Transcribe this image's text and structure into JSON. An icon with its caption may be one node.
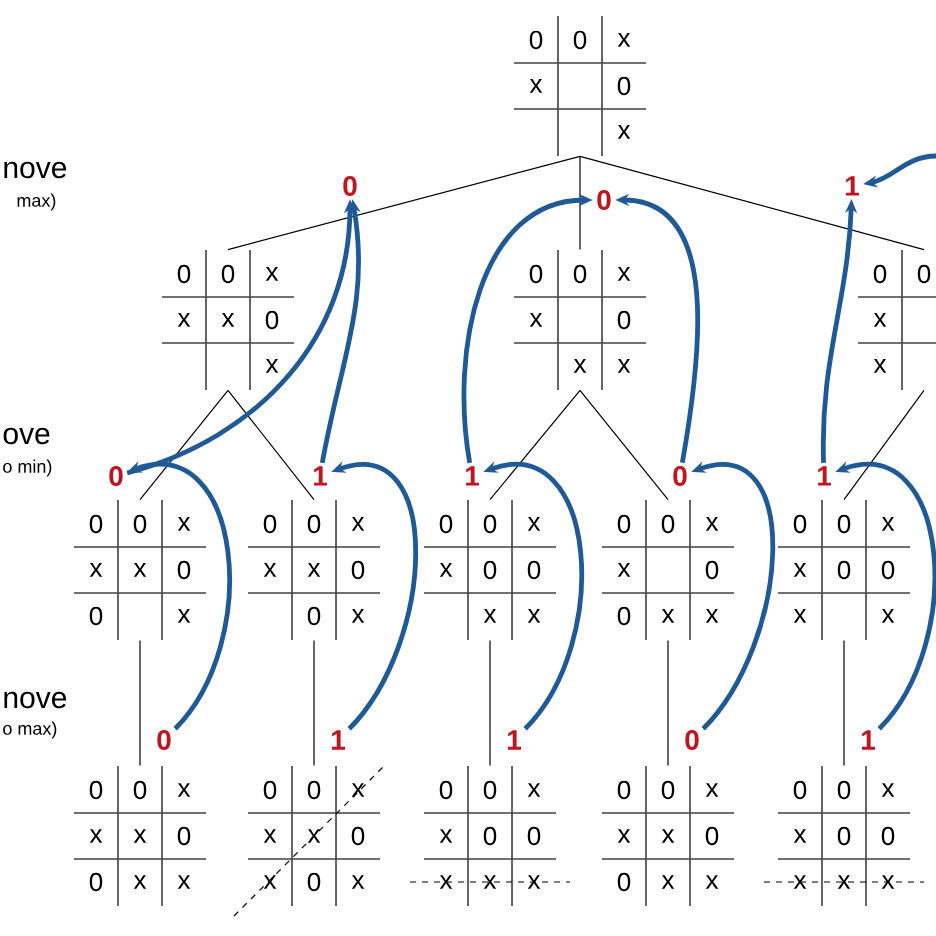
{
  "diagram": {
    "nodes": [
      {
        "text": [
          "0",
          "0",
          "x",
          "x",
          "0",
          "x"
        ]
      },
      {
        "text": [
          "0"
        ]
      },
      {
        "text": [
          "0"
        ]
      },
      {
        "text": [
          "1"
        ]
      },
      {
        "text": [
          "0",
          "0",
          "x",
          "x",
          "x",
          "0",
          "x"
        ]
      },
      {
        "text": [
          "0",
          "0",
          "x",
          "x",
          "0",
          "x",
          "x"
        ]
      },
      {
        "text": [
          "0",
          "0",
          "x",
          "x"
        ]
      },
      {
        "text": [
          "0"
        ]
      },
      {
        "text": [
          "1"
        ]
      },
      {
        "text": [
          "1"
        ]
      },
      {
        "text": [
          "0"
        ]
      },
      {
        "text": [
          "1"
        ]
      },
      {
        "text": [
          "0",
          "0",
          "x",
          "x",
          "x",
          "0",
          "0",
          "x"
        ]
      },
      {
        "text": [
          "0",
          "0",
          "x",
          "x",
          "x",
          "0",
          "0",
          "x"
        ]
      },
      {
        "text": [
          "0",
          "0",
          "x",
          "x",
          "0",
          "0",
          "x",
          "x"
        ]
      },
      {
        "text": [
          "0",
          "0",
          "x",
          "x",
          "0",
          "0",
          "x",
          "x"
        ]
      },
      {
        "text": [
          "0",
          "0",
          "x",
          "x",
          "0",
          "0",
          "x",
          "x"
        ]
      },
      {
        "text": [
          "0"
        ]
      },
      {
        "text": [
          "1"
        ]
      },
      {
        "text": [
          "1"
        ]
      },
      {
        "text": [
          "0"
        ]
      },
      {
        "text": [
          "1"
        ]
      },
      {
        "text": [
          "0",
          "0",
          "x",
          "x",
          "x",
          "0",
          "0",
          "x",
          "x"
        ]
      },
      {
        "text": [
          "0",
          "0",
          "x",
          "x",
          "x",
          "0",
          "x",
          "0",
          "x"
        ]
      },
      {
        "text": [
          "0",
          "0",
          "x",
          "x",
          "0",
          "0",
          "x",
          "x",
          "x"
        ]
      },
      {
        "text": [
          "0",
          "0",
          "x",
          "x",
          "x",
          "0",
          "0",
          "x",
          "x"
        ]
      },
      {
        "text": [
          "0",
          "0",
          "x",
          "x",
          "0",
          "0",
          "x",
          "x",
          "x"
        ]
      }
    ],
    "edges": [
      {
        "from": 0,
        "to": 4,
        "arrow": "none"
      },
      {
        "from": 0,
        "to": 5,
        "arrow": "none"
      },
      {
        "from": 0,
        "to": 6,
        "arrow": "none"
      },
      {
        "from": 4,
        "to": 12,
        "arrow": "none"
      },
      {
        "from": 4,
        "to": 13,
        "arrow": "none"
      },
      {
        "from": 5,
        "to": 14,
        "arrow": "none"
      },
      {
        "from": 5,
        "to": 15,
        "arrow": "none"
      },
      {
        "from": 6,
        "to": 16,
        "arrow": "none"
      },
      {
        "from": 12,
        "to": 22,
        "arrow": "none"
      },
      {
        "from": 13,
        "to": 23,
        "arrow": "none"
      },
      {
        "from": 14,
        "to": 24,
        "arrow": "none"
      },
      {
        "from": 15,
        "to": 25,
        "arrow": "none"
      },
      {
        "from": 16,
        "to": 26,
        "arrow": "none"
      },
      {
        "from": 7,
        "to": 1,
        "arrow": "to",
        "style": "thick",
        "color": "#1f5a96"
      },
      {
        "from": 8,
        "to": 1,
        "arrow": "to",
        "style": "thick",
        "color": "#1f5a96"
      },
      {
        "from": 9,
        "to": 2,
        "arrow": "to",
        "style": "thick",
        "color": "#1f5a96"
      },
      {
        "from": 10,
        "to": 2,
        "arrow": "to",
        "style": "thick",
        "color": "#1f5a96"
      },
      {
        "from": 11,
        "to": 3,
        "arrow": "to",
        "style": "thick",
        "color": "#1f5a96"
      },
      {
        "from": 17,
        "to": 7,
        "arrow": "to",
        "style": "thick",
        "color": "#1f5a96"
      },
      {
        "from": 18,
        "to": 8,
        "arrow": "to",
        "style": "thick",
        "color": "#1f5a96"
      },
      {
        "from": 19,
        "to": 9,
        "arrow": "to",
        "style": "thick",
        "color": "#1f5a96"
      },
      {
        "from": 20,
        "to": 10,
        "arrow": "to",
        "style": "thick",
        "color": "#1f5a96"
      },
      {
        "from": 21,
        "to": 11,
        "arrow": "to",
        "style": "thick",
        "color": "#1f5a96"
      },
      {
        "from": null,
        "to": 3,
        "arrow": "to",
        "style": "thick",
        "color": "#1f5a96"
      }
    ],
    "labels": [
      "nove",
      "max)",
      "ove",
      "o min)",
      "nove",
      "o max)"
    ]
  }
}
